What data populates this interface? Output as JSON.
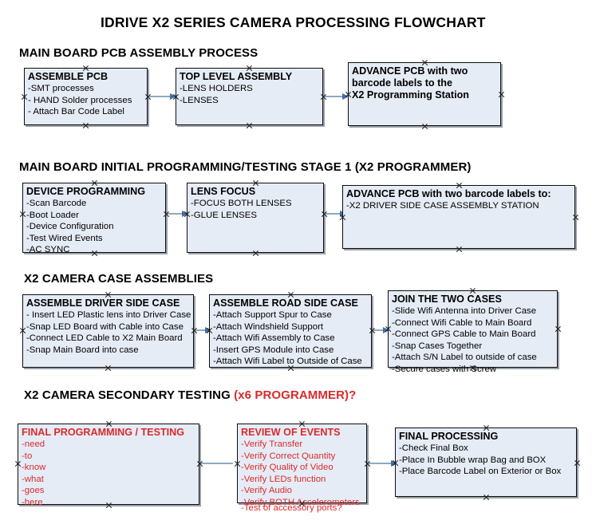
{
  "document": {
    "title": "IDRIVE X2  SERIES CAMERA PROCESSING FLOWCHART"
  },
  "colors": {
    "node_fill": "#e6ecf6",
    "node_border": "#0d0d0d",
    "connector": "#8fa8c0",
    "arrow": "#3f6fa8",
    "accent_red": "#d92b2b",
    "text": "#000000"
  },
  "sections": [
    {
      "id": "main-board-pcb-assembly-process",
      "title": "MAIN BOARD PCB ASSEMBLY PROCESS",
      "title_accent": "",
      "nodes": [
        {
          "id": "assemble-pcb",
          "heading": "ASSEMBLE PCB",
          "lines": [
            "-SMT processes",
            "- HAND Solder processes",
            "- Attach Bar Code Label"
          ],
          "red": false
        },
        {
          "id": "top-level-assembly",
          "heading": "TOP LEVEL ASSEMBLY",
          "lines": [
            "-LENS HOLDERS",
            "-LENSES"
          ],
          "red": false
        },
        {
          "id": "advance-pcb-to-x2-programming-station",
          "heading": "ADVANCE PCB with two",
          "lines": [
            "barcode labels to the",
            " X2 Programming Station"
          ],
          "red": false
        }
      ]
    },
    {
      "id": "main-board-initial-programming-testing-stage-1",
      "title": "MAIN BOARD INITIAL PROGRAMMING/TESTING STAGE 1 (X2 PROGRAMMER)",
      "title_accent": "",
      "nodes": [
        {
          "id": "device-programming",
          "heading": "DEVICE PROGRAMMING",
          "lines": [
            "-Scan Barcode",
            "-Boot Loader",
            "-Device Configuration",
            "-Test Wired Events",
            "-AC SYNC"
          ],
          "red": false
        },
        {
          "id": "lens-focus",
          "heading": "LENS FOCUS",
          "lines": [
            "-FOCUS BOTH LENSES",
            "-GLUE LENSES"
          ],
          "red": false
        },
        {
          "id": "advance-pcb-to-driver-side-case-assembly",
          "heading": "ADVANCE PCB with two barcode labels to:",
          "lines": [
            "-X2 DRIVER  SIDE  CASE  ASSEMBLY STATION"
          ],
          "red": false
        }
      ]
    },
    {
      "id": "x2-camera-case-assemblies",
      "title": "X2 CAMERA CASE ASSEMBLIES",
      "title_accent": "",
      "nodes": [
        {
          "id": "assemble-driver-side-case",
          "heading": "ASSEMBLE DRIVER SIDE CASE",
          "lines": [
            "- Insert LED Plastic lens into Driver Case",
            "-Snap LED Board with Cable into Case",
            "-Connect LED Cable to X2 Main Board",
            "-Snap Main Board into case"
          ],
          "red": false
        },
        {
          "id": "assemble-road-side-case",
          "heading": "ASSEMBLE ROAD SIDE CASE",
          "lines": [
            "-Attach Support Spur to Case",
            "-Attach Windshield Support",
            "-Attach Wifi Assembly to Case",
            "-Insert GPS Module into Case",
            "-Attach Wifi Label to Outside of Case"
          ],
          "red": false
        },
        {
          "id": "join-the-two-cases",
          "heading": "JOIN THE TWO CASES",
          "lines": [
            "-Slide Wifi Antenna into Driver Case",
            "-Connect Wifi Cable to Main Board",
            "-Connect GPS Cable to Main Board",
            "-Snap Cases Together",
            "-Attach S/N Label to outside of case",
            "-Secure cases with Screw"
          ],
          "red": false
        }
      ]
    },
    {
      "id": "x2-camera-secondary-testing",
      "title": "X2 CAMERA SECONDARY TESTING ",
      "title_accent": "(x6 PROGRAMMER)?",
      "nodes": [
        {
          "id": "final-programming-testing",
          "heading": "FINAL PROGRAMMING / TESTING",
          "lines": [
            "-need",
            "-to",
            "-know",
            "-what",
            "-goes",
            "-here"
          ],
          "red": true
        },
        {
          "id": "review-of-events",
          "heading": "REVIEW OF EVENTS",
          "lines": [
            "-Verify Transfer",
            "-Verify Correct Quantity",
            "-Verify Quality of Video",
            "-Verify LEDs function",
            "-Verify Audio",
            "-Verify BOTH Accelerometers"
          ],
          "overflow_line": "-Test of accessory ports?",
          "red": true
        },
        {
          "id": "final-processing",
          "heading": "FINAL PROCESSING",
          "lines": [
            " -Check Final Box",
            "-Place In Bubble wrap Bag and BOX",
            "-Place Barcode Label on Exterior or Box"
          ],
          "red": false
        }
      ]
    }
  ]
}
